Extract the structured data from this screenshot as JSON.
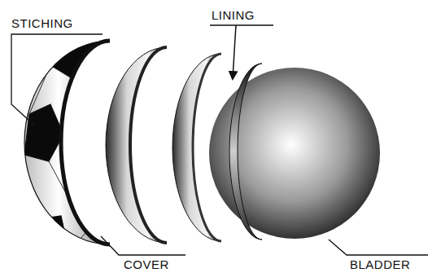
{
  "diagram": {
    "labels": [
      "STICHING",
      "LINING",
      "COVER",
      "BLADDER"
    ]
  }
}
